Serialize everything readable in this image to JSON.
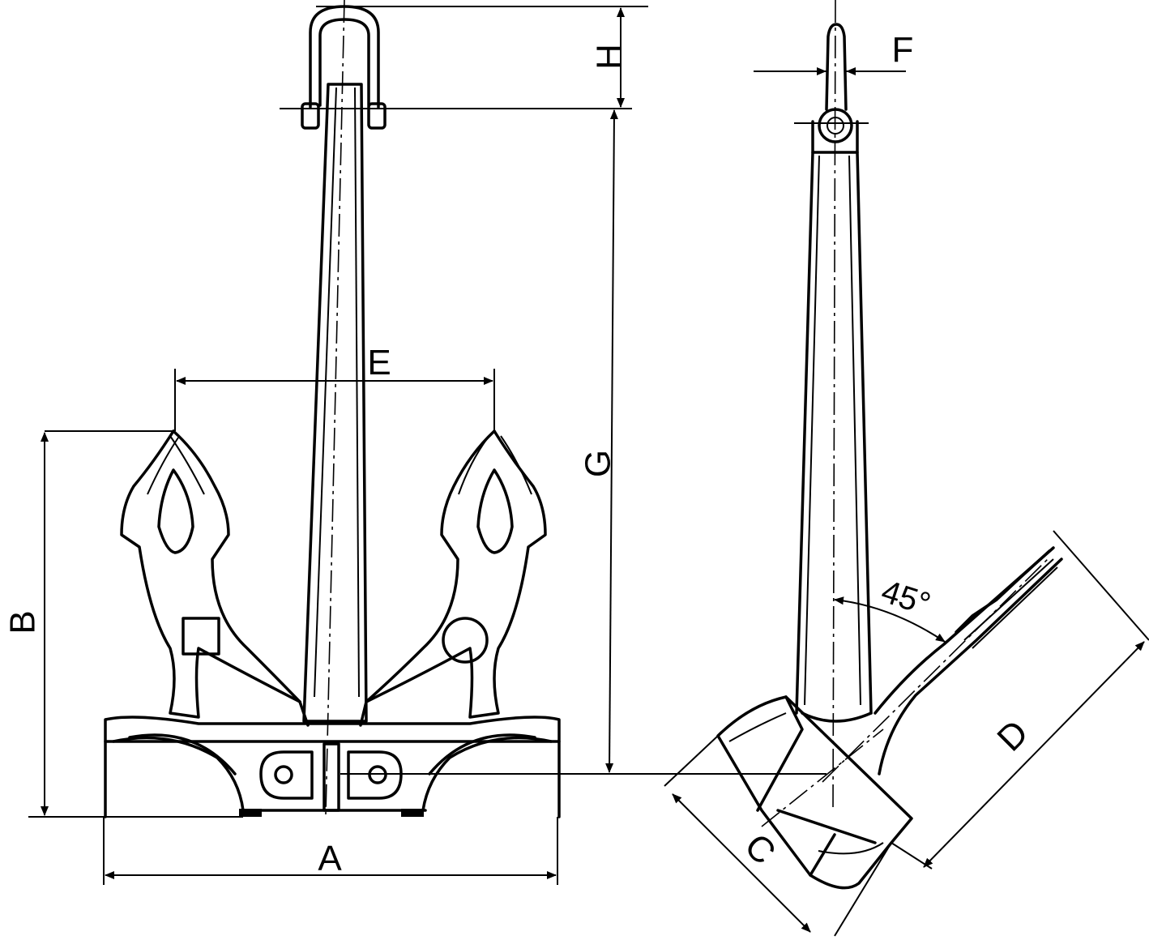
{
  "labels": {
    "A": "A",
    "B": "B",
    "C": "C",
    "D": "D",
    "E": "E",
    "F": "F",
    "G": "G",
    "H": "H",
    "angle": "45°"
  }
}
